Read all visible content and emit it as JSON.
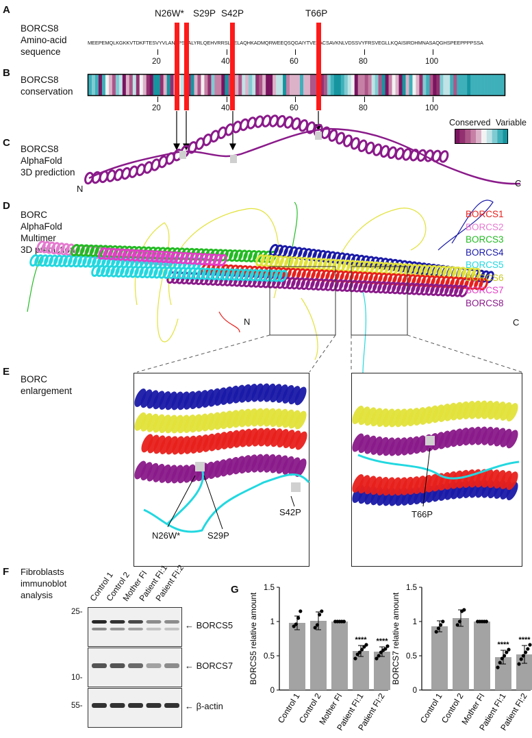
{
  "panels": {
    "A": {
      "letter": "A",
      "label_line1": "BORCS8",
      "label_line2": "Amino-acid",
      "label_line3": "sequence",
      "sequence": "MEEPEMQLKGKKVTDKFTESVYVLANEPSVALYRLQEHVRRSLPELAQHKADMQRWEEQSQGAIYTVEYACSAVKNLVDSSVYFRSVEGLLKQAISIRDHMNASAQGHSPEEPPPPSSA",
      "ticks": [
        "20",
        "40",
        "60",
        "80",
        "100"
      ],
      "mutations": [
        "N26W*",
        "S29P",
        "S42P",
        "T66P"
      ]
    },
    "B": {
      "letter": "B",
      "label_line1": "BORCS8",
      "label_line2": "conservation",
      "ticks": [
        "20",
        "40",
        "60",
        "80",
        "100"
      ],
      "legend_conserved": "Conserved",
      "legend_variable": "Variable"
    },
    "C": {
      "letter": "C",
      "label_line1": "BORCS8",
      "label_line2": "AlphaFold",
      "label_line3": "3D prediction",
      "n_term": "N",
      "c_term": "C"
    },
    "D": {
      "letter": "D",
      "label_line1": "BORC",
      "label_line2": "AlphaFold",
      "label_line3": "Multimer",
      "label_line4": "3D prediction",
      "n_term": "N",
      "c_term": "C",
      "legend": [
        {
          "name": "BORCS1",
          "color": "#e8201c"
        },
        {
          "name": "BORCS2",
          "color": "#e57ad0"
        },
        {
          "name": "BORCS3",
          "color": "#22bb22"
        },
        {
          "name": "BORCS4",
          "color": "#1a1aa8"
        },
        {
          "name": "BORCS5",
          "color": "#22d8e0"
        },
        {
          "name": "BORCS6",
          "color": "#c8c820"
        },
        {
          "name": "BORCS7",
          "color": "#e63cc8"
        },
        {
          "name": "BORCS8",
          "color": "#8a1a8a"
        }
      ]
    },
    "E": {
      "letter": "E",
      "label_line1": "BORC",
      "label_line2": "enlargement",
      "left_labels": [
        "N26W*",
        "S29P",
        "S42P"
      ],
      "right_label": "T66P"
    },
    "F": {
      "letter": "F",
      "label_line1": "Fibroblasts",
      "label_line2": "immunoblot",
      "label_line3": "analysis",
      "lanes": [
        "Control 1",
        "Control 2",
        "Mother FI",
        "Patient FI:1",
        "Patient FI:2"
      ],
      "mw_markers": [
        "25-",
        "10-",
        "55-"
      ],
      "bands": [
        "BORCS5",
        "BORCS7",
        "β-actin"
      ]
    },
    "G": {
      "letter": "G"
    }
  },
  "chart_data": [
    {
      "type": "bar",
      "ylabel": "BORCS5 relative amount",
      "categories": [
        "Control 1",
        "Control 2",
        "Mother FI",
        "Patient FI:1",
        "Patient FI:2"
      ],
      "values": [
        0.98,
        1.01,
        1.0,
        0.57,
        0.56
      ],
      "errors": [
        0.1,
        0.13,
        0.0,
        0.08,
        0.07
      ],
      "points": [
        [
          0.93,
          0.96,
          1.05,
          1.15
        ],
        [
          0.91,
          0.95,
          1.1,
          1.15
        ],
        [
          1.0,
          1.0,
          1.0,
          1.0,
          1.0
        ],
        [
          0.46,
          0.52,
          0.55,
          0.59,
          0.63,
          0.66
        ],
        [
          0.46,
          0.5,
          0.55,
          0.58,
          0.6,
          0.64
        ]
      ],
      "significance": [
        "",
        "",
        "",
        "****",
        "****"
      ],
      "ylim": [
        0,
        1.5
      ],
      "yticks": [
        "0",
        "0.5",
        "1",
        "1.5"
      ]
    },
    {
      "type": "bar",
      "ylabel": "BORCS7 relative amount",
      "categories": [
        "Control 1",
        "Control 2",
        "Mother FI",
        "Patient FI:1",
        "Patient FI:2"
      ],
      "values": [
        0.93,
        1.05,
        1.0,
        0.48,
        0.52
      ],
      "errors": [
        0.08,
        0.12,
        0.0,
        0.1,
        0.13
      ],
      "points": [
        [
          0.85,
          0.9,
          0.95,
          1.0
        ],
        [
          0.95,
          1.0,
          1.15,
          1.17
        ],
        [
          1.0,
          1.0,
          1.0,
          1.0,
          1.0
        ],
        [
          0.33,
          0.4,
          0.46,
          0.5,
          0.55,
          0.59
        ],
        [
          0.38,
          0.45,
          0.5,
          0.55,
          0.6,
          0.66
        ]
      ],
      "significance": [
        "",
        "",
        "",
        "****",
        "****"
      ],
      "ylim": [
        0,
        1.5
      ],
      "yticks": [
        "0",
        "0.5",
        "1",
        "1.5"
      ]
    }
  ]
}
